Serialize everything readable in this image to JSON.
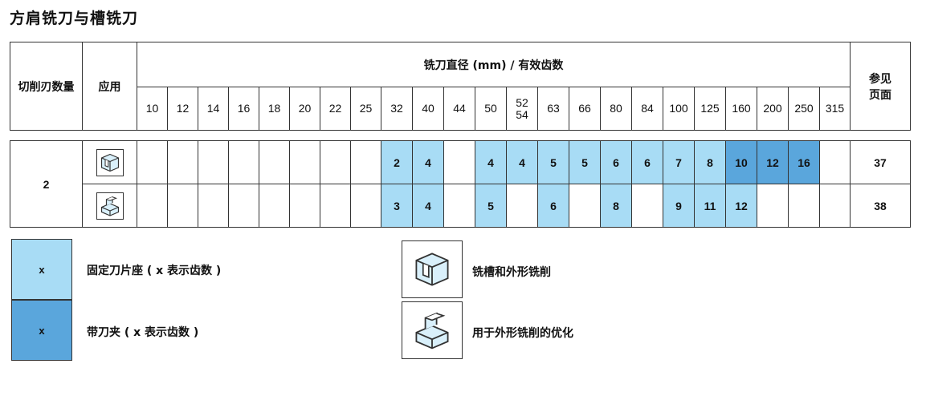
{
  "title": "方肩铣刀与槽铣刀",
  "header": {
    "teeth_label": "切削刃数量",
    "application_label": "应用",
    "diameter_label": "铣刀直径 (mm) / 有效齿数",
    "ref_label_1": "参见",
    "ref_label_2": "页面",
    "diameters": [
      "10",
      "12",
      "14",
      "16",
      "18",
      "20",
      "22",
      "25",
      "32",
      "40",
      "44",
      "50",
      "52",
      "63",
      "66",
      "80",
      "84",
      "100",
      "125",
      "160",
      "200",
      "250",
      "315"
    ],
    "diameter_52_second": "54"
  },
  "rows": [
    {
      "edges": "2",
      "icon": "slot-milling-icon",
      "ref_page": "37",
      "cells": [
        "",
        "",
        "",
        "",
        "",
        "",
        "",
        "",
        "2",
        "4",
        "",
        "4",
        "4",
        "5",
        "5",
        "6",
        "6",
        "7",
        "8",
        "10",
        "12",
        "16",
        ""
      ],
      "styles": [
        "",
        "",
        "",
        "",
        "",
        "",
        "",
        "",
        "light",
        "light",
        "",
        "light",
        "light",
        "light",
        "light",
        "light",
        "light",
        "light",
        "light",
        "dark",
        "dark",
        "dark",
        ""
      ]
    },
    {
      "edges": "2",
      "icon": "shoulder-milling-icon",
      "ref_page": "38",
      "cells": [
        "",
        "",
        "",
        "",
        "",
        "",
        "",
        "",
        "3",
        "4",
        "",
        "5",
        "",
        "6",
        "",
        "8",
        "",
        "9",
        "11",
        "12",
        "",
        "",
        ""
      ],
      "styles": [
        "",
        "",
        "",
        "",
        "",
        "",
        "",
        "",
        "light",
        "light",
        "",
        "light",
        "",
        "light",
        "",
        "light",
        "",
        "light",
        "light",
        "light",
        "",
        "",
        ""
      ]
    }
  ],
  "legend": {
    "fixed_marker": "x",
    "fixed_text": "固定刀片座 ( x 表示齿数 )",
    "fixed_color": "#a8dcf5",
    "collet_marker": "x",
    "collet_text": "带刀夹 ( x 表示齿数 )",
    "collet_color": "#5aa6dc",
    "slot_icon": "slot-milling-icon",
    "slot_text": "铣槽和外形铣削",
    "shoulder_icon": "shoulder-milling-icon",
    "shoulder_text": "用于外形铣削的优化"
  }
}
